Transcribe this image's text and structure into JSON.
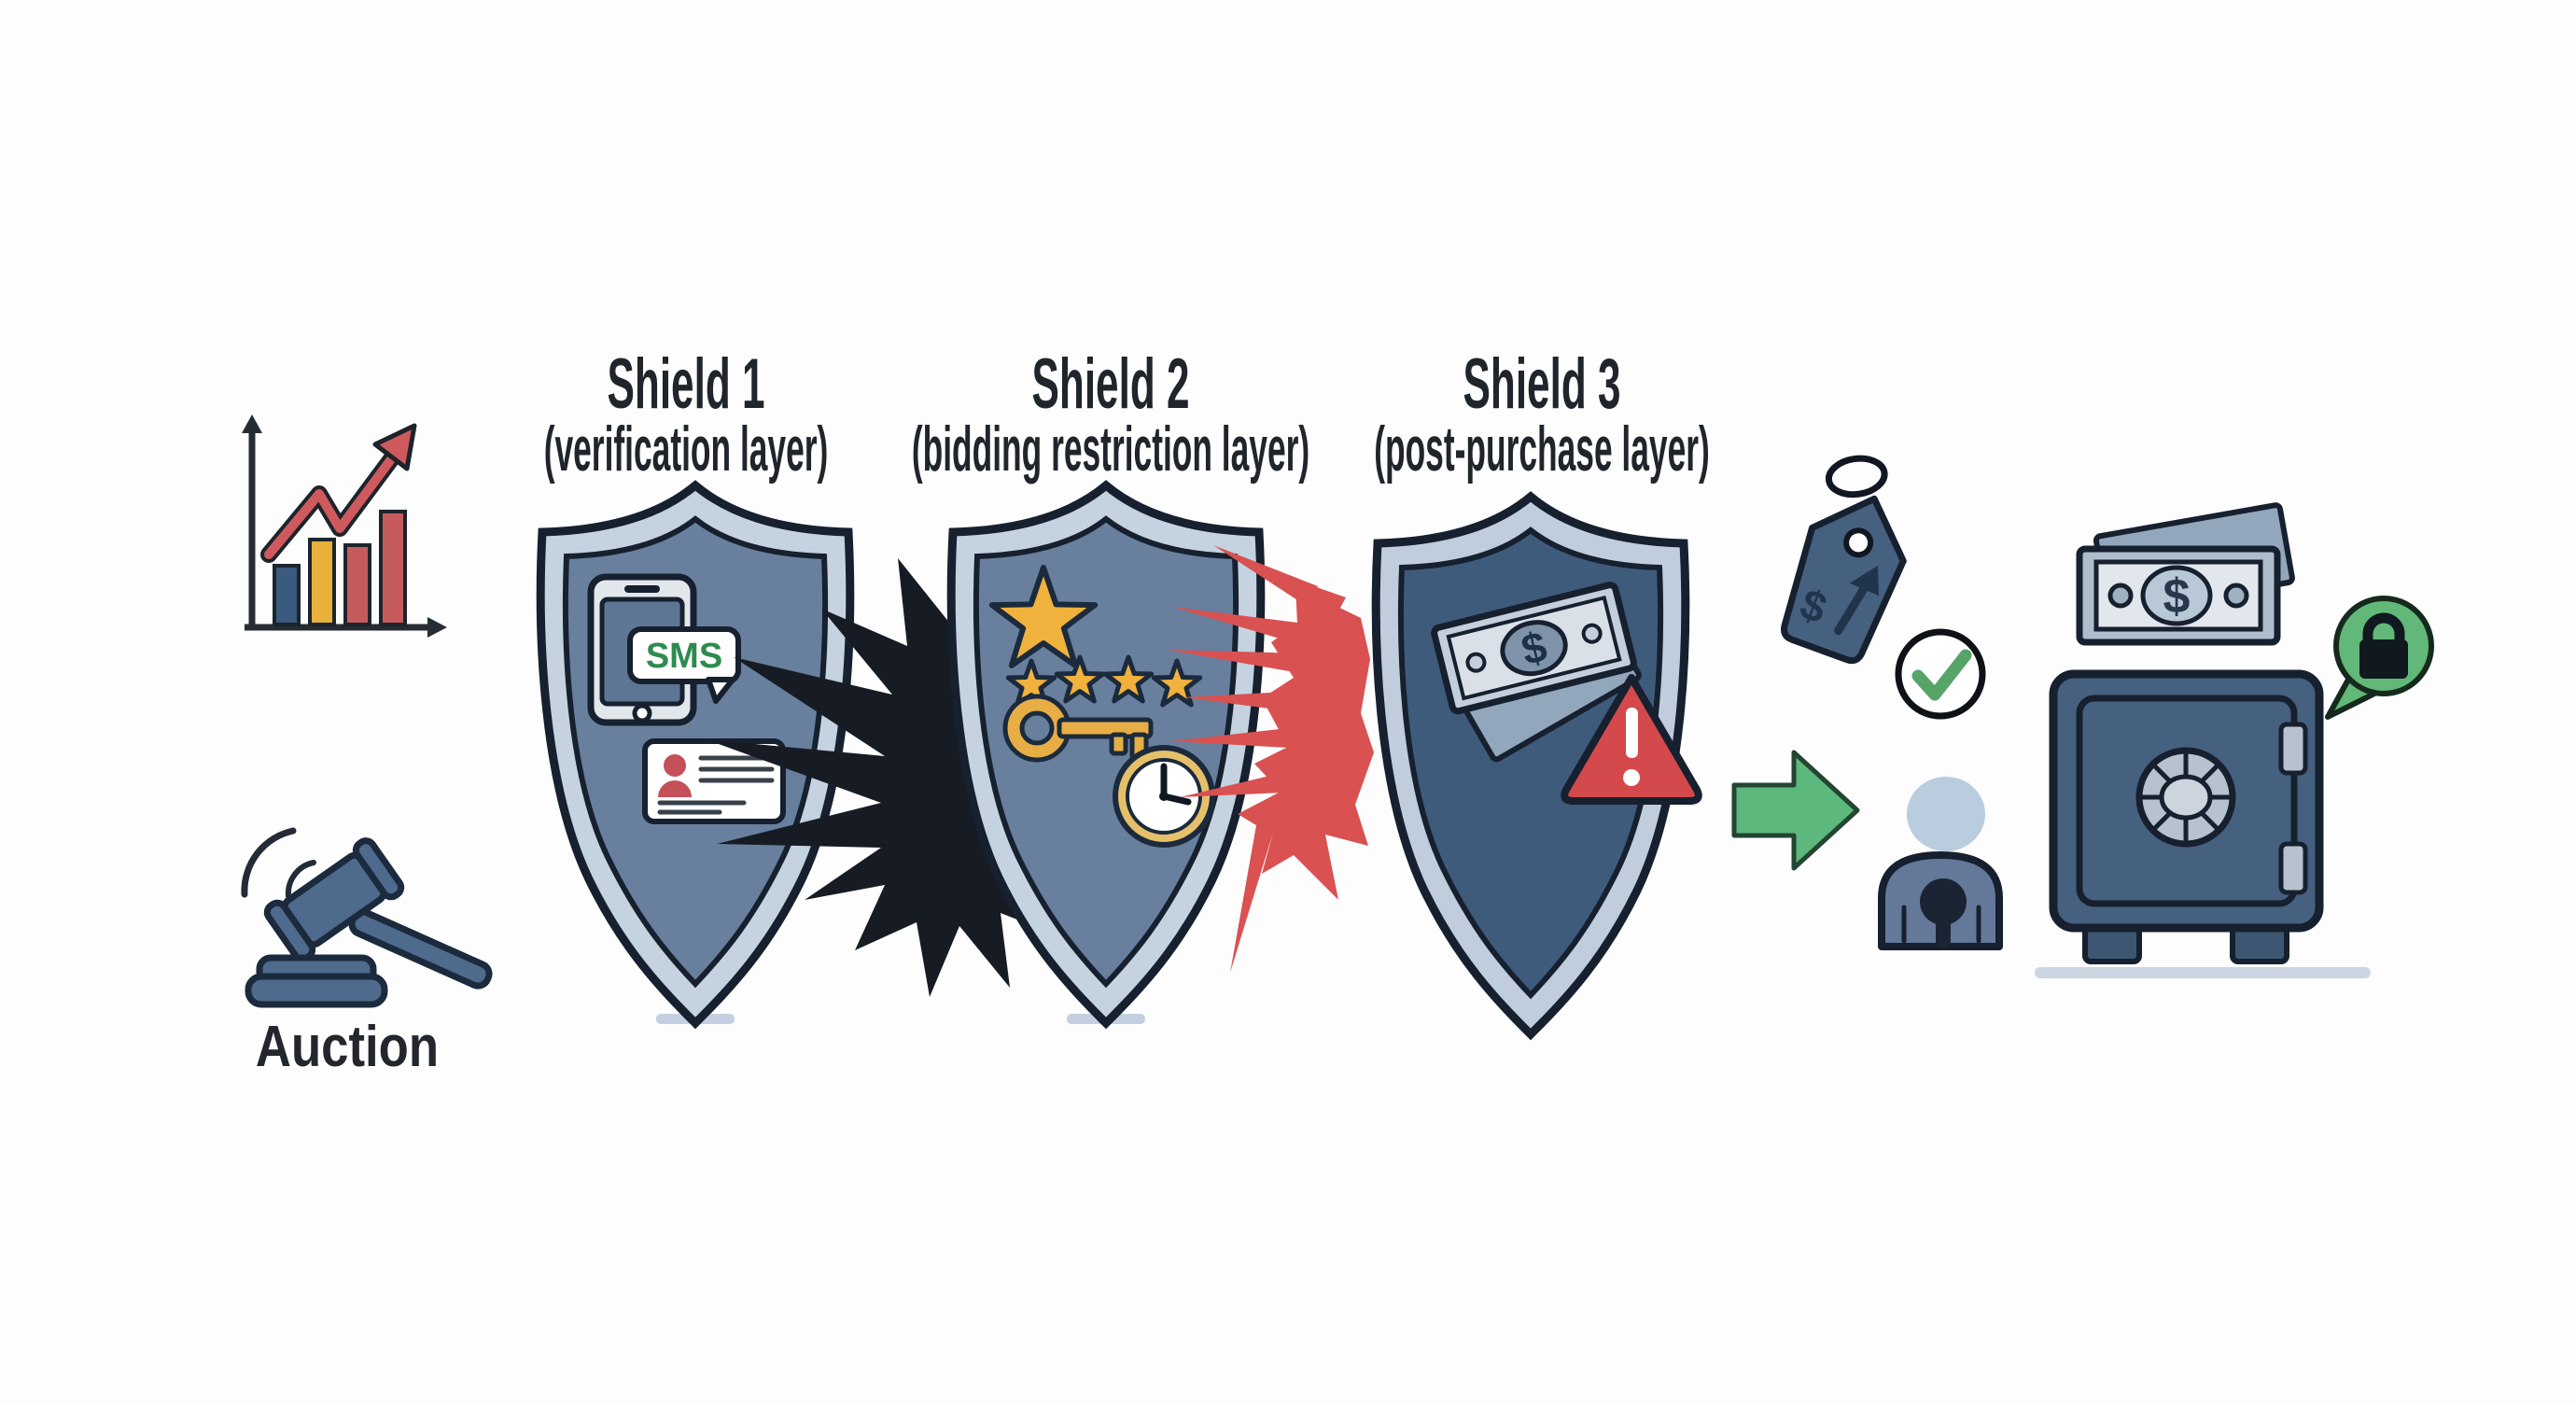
{
  "diagram": {
    "auction_label": "Auction",
    "shields": [
      {
        "title": "Shield 1",
        "subtitle": "(verification layer)"
      },
      {
        "title": "Shield 2",
        "subtitle": "(bidding restriction layer)"
      },
      {
        "title": "Shield 3",
        "subtitle": "(post-purchase layer)"
      }
    ],
    "sms_label": "SMS",
    "dollar": "$"
  },
  "icons": [
    "bar-chart-icon",
    "gavel-icon",
    "shield-icon",
    "phone-icon",
    "sms-bubble-icon",
    "id-card-icon",
    "black-impact-burst",
    "star-icon",
    "rating-stars-icon",
    "key-icon",
    "clock-icon",
    "red-impact-burst",
    "money-bills-icon",
    "warning-triangle-icon",
    "price-tag-icon",
    "check-circle-icon",
    "green-arrow-icon",
    "buyer-icon",
    "cash-icon",
    "safe-icon",
    "lock-speech-bubble-icon"
  ],
  "colors": {
    "background": "#fdfdfe",
    "shield_fill": "#68809e",
    "shield_fill_dark": "#3f5b7c",
    "shield_band": "#c5d2e0",
    "outline": "#1b2a3c",
    "black_impact": "#171c24",
    "red_impact": "#d95151",
    "gold": "#f0b23c",
    "sms_green": "#2e8b4f",
    "arrow_green": "#5cb87c",
    "bubble_green": "#62b878",
    "alert_red": "#d4494b",
    "person_red": "#c5505a",
    "slate": "#4e6a8c",
    "chart_blue": "#3b5a80",
    "chart_yellow": "#e7b13c",
    "chart_red": "#c65b5e",
    "shadow": "#c3d0e2"
  }
}
